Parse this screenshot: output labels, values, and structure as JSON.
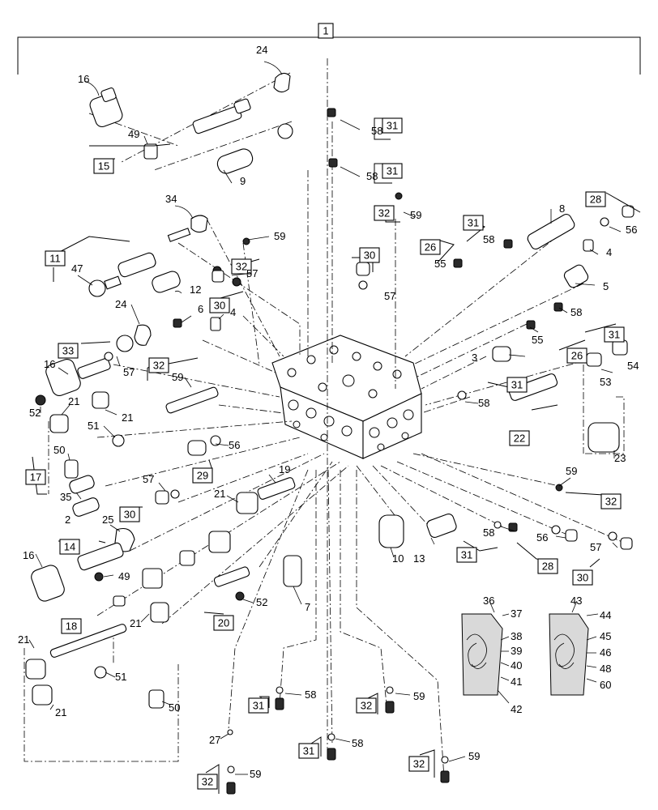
{
  "diagram": {
    "assembly_label": "1",
    "boxed_labels": [
      {
        "key": "b1",
        "text": "1"
      },
      {
        "key": "b31a",
        "text": "31"
      },
      {
        "key": "b31b",
        "text": "31"
      },
      {
        "key": "b32a",
        "text": "32"
      },
      {
        "key": "b28a",
        "text": "28"
      },
      {
        "key": "b31c",
        "text": "31"
      },
      {
        "key": "b26a",
        "text": "26"
      },
      {
        "key": "b15",
        "text": "15"
      },
      {
        "key": "b11",
        "text": "11"
      },
      {
        "key": "b32b",
        "text": "32"
      },
      {
        "key": "b30a",
        "text": "30"
      },
      {
        "key": "b30b",
        "text": "30"
      },
      {
        "key": "b33",
        "text": "33"
      },
      {
        "key": "b32c",
        "text": "32"
      },
      {
        "key": "b31d",
        "text": "31"
      },
      {
        "key": "b26b",
        "text": "26"
      },
      {
        "key": "b31e",
        "text": "31"
      },
      {
        "key": "b22",
        "text": "22"
      },
      {
        "key": "b17",
        "text": "17"
      },
      {
        "key": "b29",
        "text": "29"
      },
      {
        "key": "b30c",
        "text": "30"
      },
      {
        "key": "b32d",
        "text": "32"
      },
      {
        "key": "b14",
        "text": "14"
      },
      {
        "key": "b31f",
        "text": "31"
      },
      {
        "key": "b28b",
        "text": "28"
      },
      {
        "key": "b30d",
        "text": "30"
      },
      {
        "key": "b20",
        "text": "20"
      },
      {
        "key": "b18",
        "text": "18"
      },
      {
        "key": "b31g",
        "text": "31"
      },
      {
        "key": "b32e",
        "text": "32"
      },
      {
        "key": "b31h",
        "text": "31"
      },
      {
        "key": "b32f",
        "text": "32"
      },
      {
        "key": "b32g",
        "text": "32"
      }
    ],
    "callouts": [
      {
        "key": "c24a",
        "text": "24"
      },
      {
        "key": "c16a",
        "text": "16"
      },
      {
        "key": "c49a",
        "text": "49"
      },
      {
        "key": "c9",
        "text": "9"
      },
      {
        "key": "c58a",
        "text": "58"
      },
      {
        "key": "c58b",
        "text": "58"
      },
      {
        "key": "c59a",
        "text": "59"
      },
      {
        "key": "c8",
        "text": "8"
      },
      {
        "key": "c56a",
        "text": "56"
      },
      {
        "key": "c34",
        "text": "34"
      },
      {
        "key": "c59b",
        "text": "59"
      },
      {
        "key": "c58c",
        "text": "58"
      },
      {
        "key": "c4a",
        "text": "4"
      },
      {
        "key": "c47",
        "text": "47"
      },
      {
        "key": "c57a",
        "text": "57"
      },
      {
        "key": "c55a",
        "text": "55"
      },
      {
        "key": "c12",
        "text": "12"
      },
      {
        "key": "c57b",
        "text": "57"
      },
      {
        "key": "c5",
        "text": "5"
      },
      {
        "key": "c24b",
        "text": "24"
      },
      {
        "key": "c6",
        "text": "6"
      },
      {
        "key": "c4b",
        "text": "4"
      },
      {
        "key": "c58d",
        "text": "58"
      },
      {
        "key": "c55b",
        "text": "55"
      },
      {
        "key": "c16b",
        "text": "16"
      },
      {
        "key": "c57c",
        "text": "57"
      },
      {
        "key": "c59c",
        "text": "59"
      },
      {
        "key": "c3",
        "text": "3"
      },
      {
        "key": "c54",
        "text": "54"
      },
      {
        "key": "c53",
        "text": "53"
      },
      {
        "key": "c52a",
        "text": "52"
      },
      {
        "key": "c21a",
        "text": "21"
      },
      {
        "key": "c21b",
        "text": "21"
      },
      {
        "key": "c58e",
        "text": "58"
      },
      {
        "key": "c51a",
        "text": "51"
      },
      {
        "key": "c50a",
        "text": "50"
      },
      {
        "key": "c56b",
        "text": "56"
      },
      {
        "key": "c23",
        "text": "23"
      },
      {
        "key": "c57d",
        "text": "57"
      },
      {
        "key": "c35",
        "text": "35"
      },
      {
        "key": "c19",
        "text": "19"
      },
      {
        "key": "c21c",
        "text": "21"
      },
      {
        "key": "c59d",
        "text": "59"
      },
      {
        "key": "c2",
        "text": "2"
      },
      {
        "key": "c25",
        "text": "25"
      },
      {
        "key": "c16c",
        "text": "16"
      },
      {
        "key": "c10",
        "text": "10"
      },
      {
        "key": "c13",
        "text": "13"
      },
      {
        "key": "c58f",
        "text": "58"
      },
      {
        "key": "c56c",
        "text": "56"
      },
      {
        "key": "c57e",
        "text": "57"
      },
      {
        "key": "c49b",
        "text": "49"
      },
      {
        "key": "c7",
        "text": "7"
      },
      {
        "key": "c52b",
        "text": "52"
      },
      {
        "key": "c21d",
        "text": "21"
      },
      {
        "key": "c36",
        "text": "36"
      },
      {
        "key": "c37",
        "text": "37"
      },
      {
        "key": "c38",
        "text": "38"
      },
      {
        "key": "c39",
        "text": "39"
      },
      {
        "key": "c40",
        "text": "40"
      },
      {
        "key": "c41",
        "text": "41"
      },
      {
        "key": "c42",
        "text": "42"
      },
      {
        "key": "c43",
        "text": "43"
      },
      {
        "key": "c44",
        "text": "44"
      },
      {
        "key": "c45",
        "text": "45"
      },
      {
        "key": "c46",
        "text": "46"
      },
      {
        "key": "c48",
        "text": "48"
      },
      {
        "key": "c60",
        "text": "60"
      },
      {
        "key": "c21e",
        "text": "21"
      },
      {
        "key": "c51b",
        "text": "51"
      },
      {
        "key": "c50b",
        "text": "50"
      },
      {
        "key": "c21f",
        "text": "21"
      },
      {
        "key": "c58g",
        "text": "58"
      },
      {
        "key": "c59e",
        "text": "59"
      },
      {
        "key": "c27",
        "text": "27"
      },
      {
        "key": "c58h",
        "text": "58"
      },
      {
        "key": "c59f",
        "text": "59"
      },
      {
        "key": "c59g",
        "text": "59"
      }
    ]
  }
}
